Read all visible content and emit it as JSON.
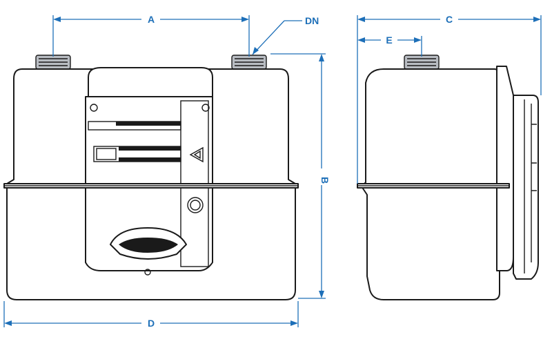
{
  "dimensions": {
    "a": "A",
    "b": "B",
    "c": "C",
    "d": "D",
    "e": "E",
    "dn": "DN"
  },
  "colors": {
    "dimension_lines": "#1d6fb8",
    "outline": "#1a1a1a",
    "connector_fill": "#b8bcc2",
    "background": "#ffffff"
  }
}
